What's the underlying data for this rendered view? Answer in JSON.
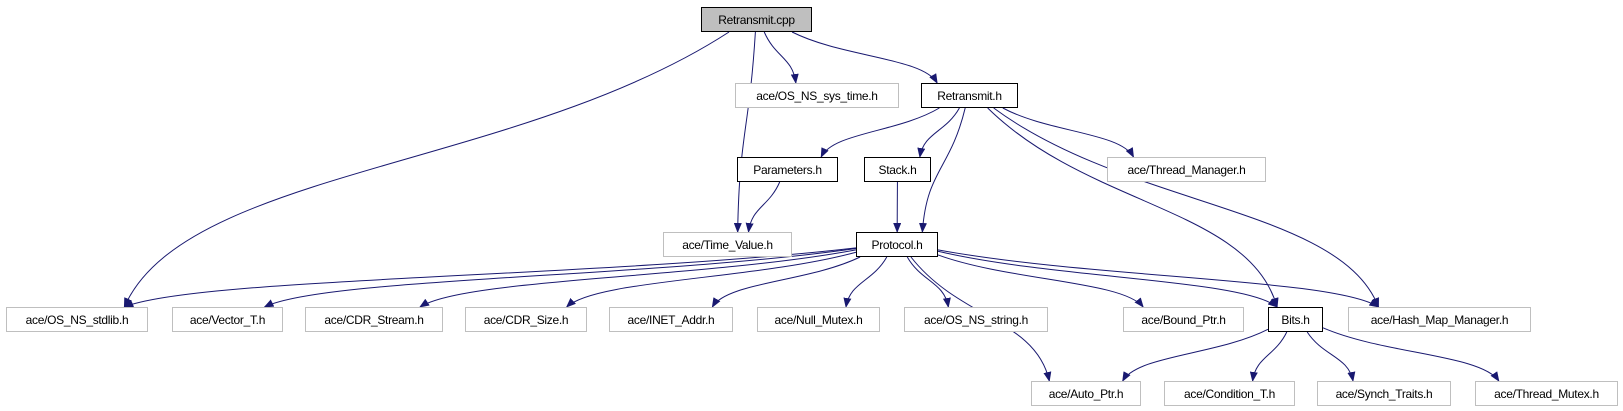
{
  "colors": {
    "edge": "#191970",
    "root_fill": "#bfbfbf",
    "external_border": "#bfbfbf",
    "documented_border": "#000000"
  },
  "nodes": {
    "cpp": {
      "label": "Retransmit.cpp",
      "kind": "root"
    },
    "sys_time": {
      "label": "ace/OS_NS_sys_time.h",
      "kind": "external"
    },
    "retransmit_h": {
      "label": "Retransmit.h",
      "kind": "doc"
    },
    "parameters": {
      "label": "Parameters.h",
      "kind": "doc"
    },
    "stack": {
      "label": "Stack.h",
      "kind": "doc"
    },
    "thread_manager": {
      "label": "ace/Thread_Manager.h",
      "kind": "external"
    },
    "time_value": {
      "label": "ace/Time_Value.h",
      "kind": "external"
    },
    "protocol": {
      "label": "Protocol.h",
      "kind": "doc"
    },
    "stdlib": {
      "label": "ace/OS_NS_stdlib.h",
      "kind": "external"
    },
    "vector_t": {
      "label": "ace/Vector_T.h",
      "kind": "external"
    },
    "cdr_stream": {
      "label": "ace/CDR_Stream.h",
      "kind": "external"
    },
    "cdr_size": {
      "label": "ace/CDR_Size.h",
      "kind": "external"
    },
    "inet_addr": {
      "label": "ace/INET_Addr.h",
      "kind": "external"
    },
    "null_mutex": {
      "label": "ace/Null_Mutex.h",
      "kind": "external"
    },
    "os_string": {
      "label": "ace/OS_NS_string.h",
      "kind": "external"
    },
    "bound_ptr": {
      "label": "ace/Bound_Ptr.h",
      "kind": "external"
    },
    "bits": {
      "label": "Bits.h",
      "kind": "doc"
    },
    "hash_map": {
      "label": "ace/Hash_Map_Manager.h",
      "kind": "external"
    },
    "auto_ptr": {
      "label": "ace/Auto_Ptr.h",
      "kind": "external"
    },
    "condition_t": {
      "label": "ace/Condition_T.h",
      "kind": "external"
    },
    "synch_traits": {
      "label": "ace/Synch_Traits.h",
      "kind": "external"
    },
    "thread_mutex": {
      "label": "ace/Thread_Mutex.h",
      "kind": "external"
    }
  },
  "edges": [
    [
      "cpp",
      "stdlib"
    ],
    [
      "cpp",
      "time_value"
    ],
    [
      "cpp",
      "sys_time"
    ],
    [
      "cpp",
      "retransmit_h"
    ],
    [
      "retransmit_h",
      "parameters"
    ],
    [
      "retransmit_h",
      "stack"
    ],
    [
      "retransmit_h",
      "protocol"
    ],
    [
      "retransmit_h",
      "bits"
    ],
    [
      "retransmit_h",
      "hash_map"
    ],
    [
      "retransmit_h",
      "thread_manager"
    ],
    [
      "parameters",
      "time_value"
    ],
    [
      "stack",
      "protocol"
    ],
    [
      "protocol",
      "stdlib"
    ],
    [
      "protocol",
      "vector_t"
    ],
    [
      "protocol",
      "cdr_stream"
    ],
    [
      "protocol",
      "cdr_size"
    ],
    [
      "protocol",
      "inet_addr"
    ],
    [
      "protocol",
      "null_mutex"
    ],
    [
      "protocol",
      "os_string"
    ],
    [
      "protocol",
      "bound_ptr"
    ],
    [
      "protocol",
      "bits"
    ],
    [
      "protocol",
      "hash_map"
    ],
    [
      "protocol",
      "auto_ptr"
    ],
    [
      "bits",
      "auto_ptr"
    ],
    [
      "bits",
      "condition_t"
    ],
    [
      "bits",
      "synch_traits"
    ],
    [
      "bits",
      "thread_mutex"
    ]
  ]
}
